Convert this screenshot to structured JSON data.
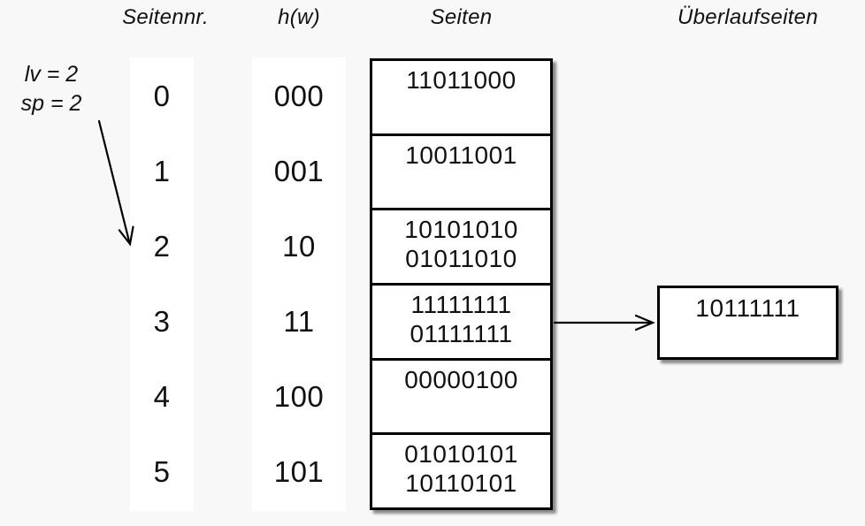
{
  "headers": {
    "seitennr": "Seitennr.",
    "hw": "h(w)",
    "seiten": "Seiten",
    "ueberlauf": "Überlaufseiten"
  },
  "annotation": {
    "line1": "lv = 2",
    "line2": "sp = 2"
  },
  "seitennr_values": [
    "0",
    "1",
    "2",
    "3",
    "4",
    "5"
  ],
  "hw_values": [
    "000",
    "001",
    "10",
    "11",
    "100",
    "101"
  ],
  "seiten_rows": [
    {
      "line1": "11011000",
      "line2": ""
    },
    {
      "line1": "10011001",
      "line2": ""
    },
    {
      "line1": "10101010",
      "line2": "01011010"
    },
    {
      "line1": "11111111",
      "line2": "01111111"
    },
    {
      "line1": "00000100",
      "line2": ""
    },
    {
      "line1": "01010101",
      "line2": "10110101"
    }
  ],
  "overflow": {
    "value": "10111111"
  },
  "colors": {
    "background": "#f8f8f8",
    "surface": "#ffffff",
    "border": "#000000",
    "text": "#111111"
  }
}
